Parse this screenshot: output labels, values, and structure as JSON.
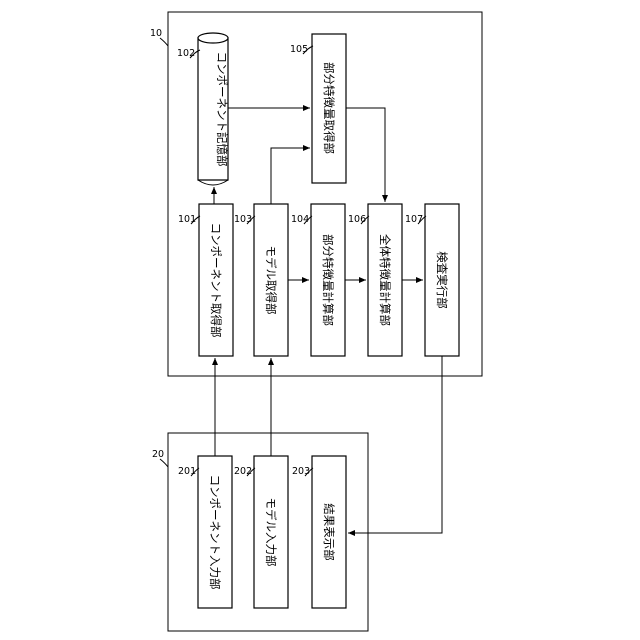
{
  "outer_blocks": [
    {
      "ref": "10"
    },
    {
      "ref": "20"
    }
  ],
  "components": {
    "storage_102": {
      "ref": "102",
      "label": "コンポーネント記憶部"
    },
    "partial_acq_105": {
      "ref": "105",
      "label": "部分特徴量取得部"
    },
    "comp_acq_101": {
      "ref": "101",
      "label": "コンポーネント取得部"
    },
    "model_acq_103": {
      "ref": "103",
      "label": "モデル取得部"
    },
    "partial_calc_104": {
      "ref": "104",
      "label": "部分特徴量計算部"
    },
    "whole_calc_106": {
      "ref": "106",
      "label": "全体特徴量計算部"
    },
    "search_107": {
      "ref": "107",
      "label": "検査実行部"
    },
    "comp_input_201": {
      "ref": "201",
      "label": "コンポーネント入力部"
    },
    "model_input_202": {
      "ref": "202",
      "label": "モデル入力部"
    },
    "result_disp_203": {
      "ref": "203",
      "label": "結果表示部"
    }
  }
}
